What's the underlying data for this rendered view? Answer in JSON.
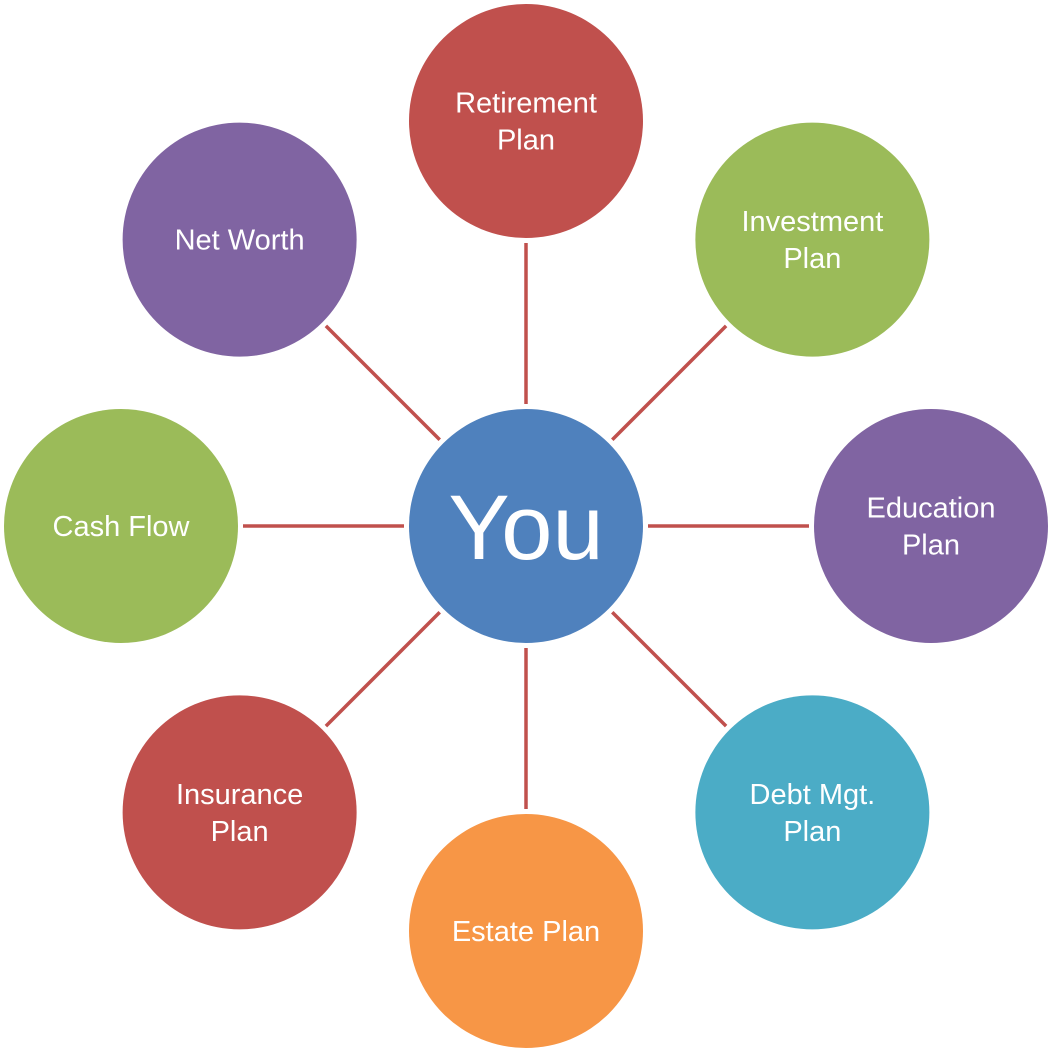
{
  "center": {
    "label": "You",
    "color": "#4F81BD"
  },
  "connector_color": "#C0504D",
  "nodes": [
    {
      "id": "retirement-plan",
      "lines": [
        "Retirement",
        "Plan"
      ],
      "color": "#C0504D"
    },
    {
      "id": "investment-plan",
      "lines": [
        "Investment",
        "Plan"
      ],
      "color": "#9BBB59"
    },
    {
      "id": "education-plan",
      "lines": [
        "Education",
        "Plan"
      ],
      "color": "#8064A2"
    },
    {
      "id": "debt-mgt-plan",
      "lines": [
        "Debt Mgt.",
        "Plan"
      ],
      "color": "#4BACC6"
    },
    {
      "id": "estate-plan",
      "lines": [
        "Estate Plan"
      ],
      "color": "#F79646"
    },
    {
      "id": "insurance-plan",
      "lines": [
        "Insurance",
        "Plan"
      ],
      "color": "#C0504D"
    },
    {
      "id": "cash-flow",
      "lines": [
        "Cash Flow"
      ],
      "color": "#9BBB59"
    },
    {
      "id": "net-worth",
      "lines": [
        "Net Worth"
      ],
      "color": "#8064A2"
    }
  ]
}
